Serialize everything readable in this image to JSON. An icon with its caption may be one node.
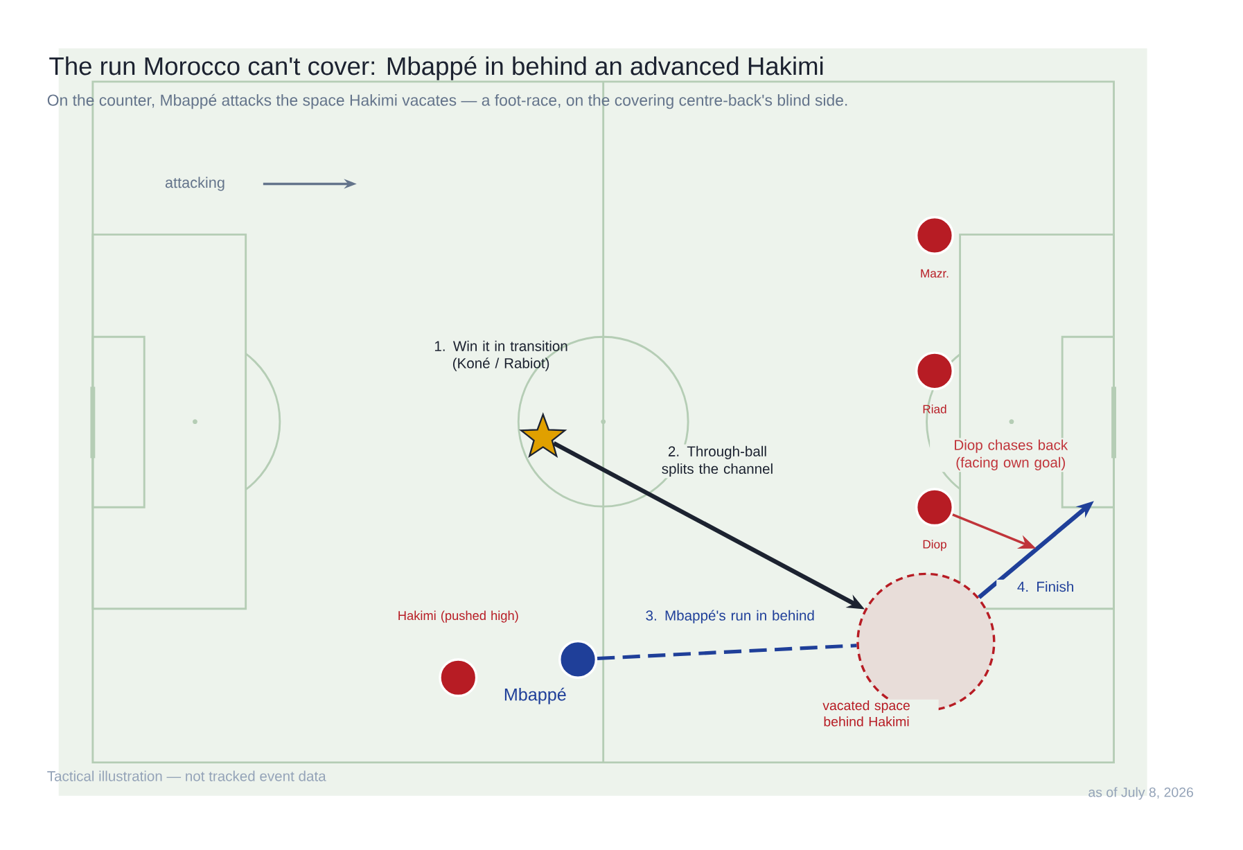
{
  "diagram": {
    "title": "The run Morocco can't cover: Mbappé in behind an advanced Hakimi",
    "nodes": [
      {
        "text": [],
        "shape": "star",
        "beside": [
          "1. Win it in transition (Koné / Rabiot)"
        ]
      },
      {
        "text": [],
        "shape": "circle",
        "beside": [
          "Mbappé"
        ]
      },
      {
        "text": [],
        "shape": "circle",
        "beside": [
          "Hakimi (pushed high)"
        ]
      },
      {
        "text": [],
        "shape": "circle",
        "beside": [
          "Mazr."
        ]
      },
      {
        "text": [],
        "shape": "circle",
        "beside": [
          "Riad"
        ]
      },
      {
        "text": [],
        "shape": "circle",
        "beside": [
          "Diop"
        ]
      },
      {
        "text": [],
        "shape": "circle",
        "beside": [
          "vacated space behind Hakimi"
        ]
      }
    ],
    "edges": [
      {
        "from": 0,
        "to": 6,
        "arrow": "to",
        "label": "2. Through-ball splits the channel",
        "color": "#1c2230"
      },
      {
        "from": 1,
        "to": 6,
        "arrow": "none",
        "label": "3. Mbappé's run in behind",
        "style": "dashed"
      },
      {
        "from": 6,
        "to": null,
        "arrow": "to",
        "label": "4. Finish"
      },
      {
        "from": 5,
        "to": null,
        "arrow": "to",
        "label": "Diop chases back (facing own goal)",
        "color": "#c0343a"
      }
    ],
    "labels": [
      "On the counter, Mbappé attacks the space Hakimi vacates — a foot-race, on the covering centre-back's blind side.",
      "attacking",
      "Tactical illustration — not tracked event data",
      "as of July 8, 2026"
    ]
  }
}
